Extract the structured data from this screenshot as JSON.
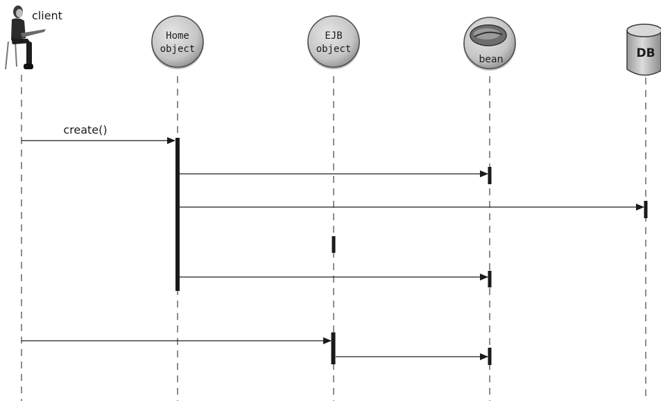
{
  "participants": {
    "client": {
      "label": "client"
    },
    "home": {
      "label_line1": "Home",
      "label_line2": "object"
    },
    "ejb": {
      "label_line1": "EJB",
      "label_line2": "object"
    },
    "bean": {
      "label": "bean"
    },
    "db": {
      "label": "DB"
    }
  },
  "messages": {
    "client_to_home": {
      "label": "create()"
    }
  },
  "colors": {
    "line": "#1a1a1a",
    "node_fill": "#cfcfcf",
    "node_shadow": "#8a8a8a"
  }
}
